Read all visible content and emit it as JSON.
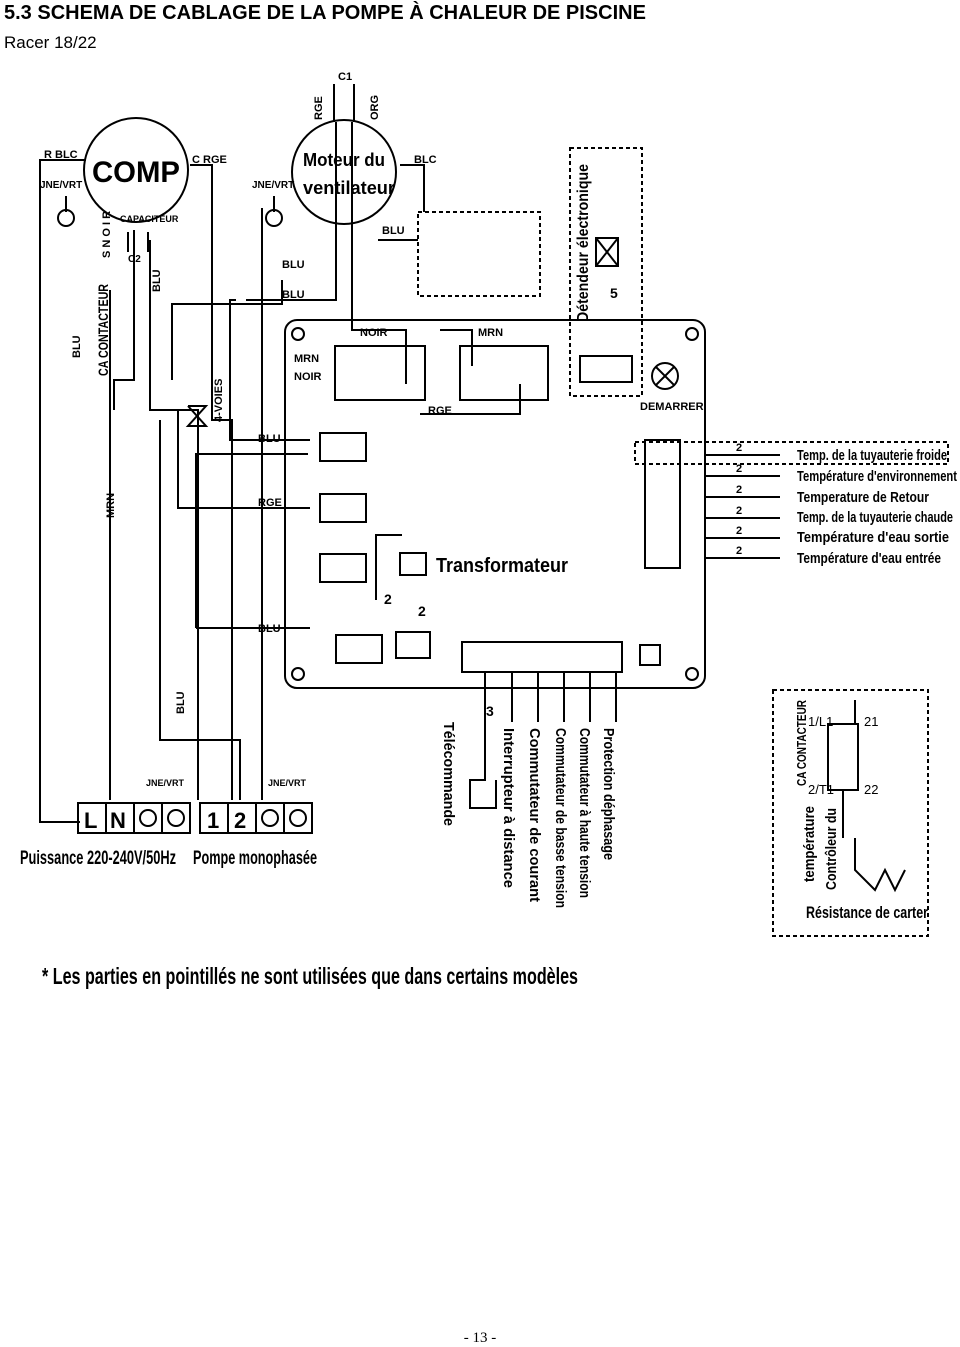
{
  "page": {
    "title": "5.3 SCHEMA DE CABLAGE DE LA POMPE À CHALEUR DE PISCINE",
    "subtitle": "Racer 18/22",
    "page_number": "- 13 -"
  },
  "diagram": {
    "compressor": {
      "label": "COMP",
      "r_wire": "R BLC",
      "c_wire": "C RGE",
      "ground": "JNE/VRT",
      "pins": "S  N O I R",
      "capacitor": "CAPACITEUR",
      "c2": "C2"
    },
    "fan_motor": {
      "label_line1": "Moteur du",
      "label_line2": "ventilateur",
      "capacitor": "C1",
      "rge": "RGE",
      "org": "ORG",
      "blc": "BLC",
      "ground": "JNE/VRT"
    },
    "contactor": {
      "label": "CA CONTACTEUR",
      "blu_left": "BLU",
      "blu_right": "BLU"
    },
    "four_way_valve": "4-VOIES",
    "expansion_valve": {
      "label": "Détendeur électronique",
      "count": "5"
    },
    "wires": {
      "blu_1": "BLU",
      "blu_2": "BLU",
      "blu_3": "BLU",
      "noir": "NOIR",
      "mrn": "MRN",
      "mrn_noir_1": "MRN",
      "mrn_noir_2": "NOIR",
      "rge": "RGE",
      "blu_relay1": "BLU",
      "rge_relay2": "RGE",
      "blu_relay4": "BLU",
      "mrn_left": "MRN",
      "blu_bottom": "BLU"
    },
    "board": {
      "start": "DEMARRER",
      "transformer": "Transformateur",
      "t1": "2",
      "t2": "2",
      "remote_wires": "3"
    },
    "sensors": {
      "pin_count": "2",
      "items": [
        "Temp. de la tuyauterie froide",
        "Température d'environnement",
        "Temperature de Retour",
        "Temp. de la tuyauterie chaude",
        "Température d'eau sortie",
        "Température d'eau entrée"
      ]
    },
    "bottom_labels": [
      "Télécommande",
      "Interrupteur à distance",
      "Commutateur de courant",
      "Commutateur de basse tension",
      "Commutateur à haute tension",
      "Protection déphasage"
    ],
    "terminals": {
      "power": {
        "l": "L",
        "n": "N",
        "ground": "JNE/VRT",
        "label": "Puissance 220-240V/50Hz"
      },
      "pump": {
        "one": "1",
        "two": "2",
        "ground": "JNE/VRT",
        "label": "Pompe monophasée"
      }
    },
    "heater_box": {
      "contactor": "CA CONTACTEUR",
      "l1": "1/L1",
      "n21": "21",
      "t1": "2/T1",
      "n22": "22",
      "controller_line1": "Contrôleur du",
      "controller_line2": "température",
      "heater": "Résistance de carter"
    },
    "footnote": "* Les parties en pointillés ne sont utilisées que dans certains modèles"
  }
}
